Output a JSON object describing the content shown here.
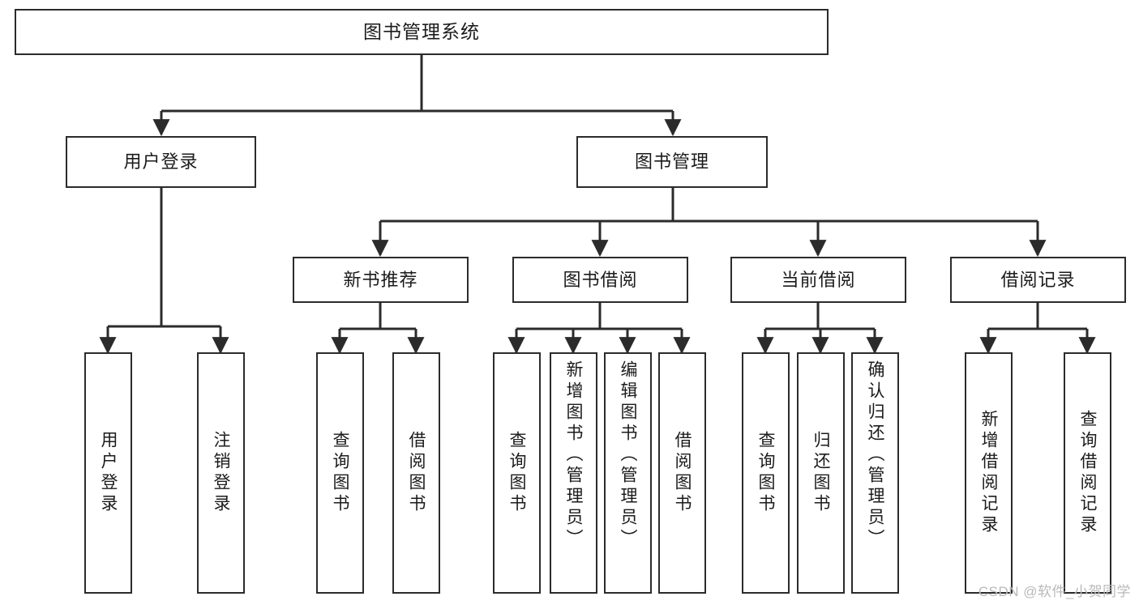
{
  "diagram": {
    "title": "图书管理系统",
    "type": "tree-hierarchy",
    "watermark": "CSDN @软件_小贺同学",
    "colors": {
      "stroke": "#2b2b2b",
      "fill": "#ffffff",
      "text": "#1b1b1b",
      "watermark": "#b9b9b9"
    },
    "nodes": {
      "root": {
        "label": "图书管理系统"
      },
      "level2": [
        {
          "id": "user-login",
          "label": "用户登录"
        },
        {
          "id": "book-management",
          "label": "图书管理"
        }
      ],
      "level3": [
        {
          "id": "new-book-recommend",
          "label": "新书推荐"
        },
        {
          "id": "book-borrow",
          "label": "图书借阅"
        },
        {
          "id": "current-borrow",
          "label": "当前借阅"
        },
        {
          "id": "borrow-record",
          "label": "借阅记录"
        }
      ],
      "leaves": [
        {
          "id": "leaf-user-login",
          "label": "用户登录",
          "parent": "user-login"
        },
        {
          "id": "leaf-logout-login",
          "label": "注销登录",
          "parent": "user-login"
        },
        {
          "id": "leaf-query-book-1",
          "label": "查询图书",
          "parent": "new-book-recommend"
        },
        {
          "id": "leaf-borrow-book-1",
          "label": "借阅图书",
          "parent": "new-book-recommend"
        },
        {
          "id": "leaf-query-book-2",
          "label": "查询图书",
          "parent": "book-borrow"
        },
        {
          "id": "leaf-add-book",
          "label": "新增图书（管理员）",
          "parent": "book-borrow"
        },
        {
          "id": "leaf-edit-book",
          "label": "编辑图书（管理员）",
          "parent": "book-borrow"
        },
        {
          "id": "leaf-borrow-book-2",
          "label": "借阅图书",
          "parent": "book-borrow"
        },
        {
          "id": "leaf-query-book-3",
          "label": "查询图书",
          "parent": "current-borrow"
        },
        {
          "id": "leaf-return-book",
          "label": "归还图书",
          "parent": "current-borrow"
        },
        {
          "id": "leaf-confirm-return",
          "label": "确认归还（管理员）",
          "parent": "current-borrow"
        },
        {
          "id": "leaf-add-record",
          "label": "新增借阅记录",
          "parent": "borrow-record"
        },
        {
          "id": "leaf-query-record",
          "label": "查询借阅记录",
          "parent": "borrow-record"
        }
      ]
    }
  }
}
